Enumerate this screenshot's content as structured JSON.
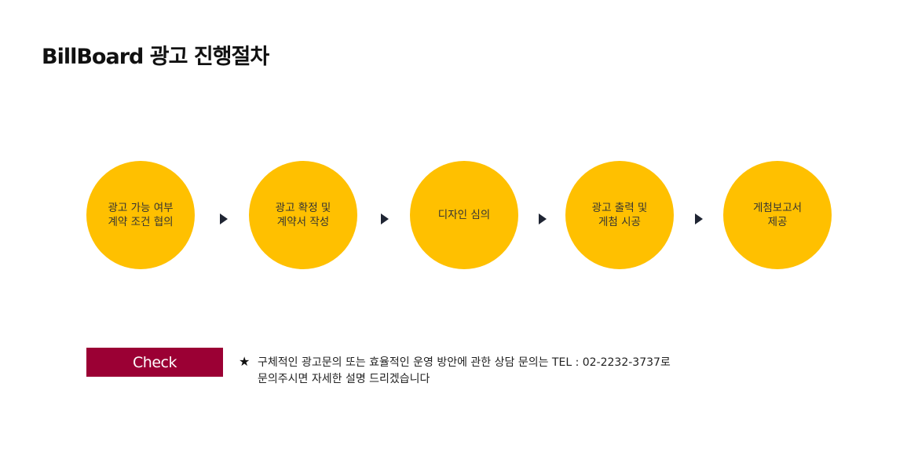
{
  "title": "BillBoard 광고 진행절차",
  "colors": {
    "step_circle": "#FFC000",
    "check_bg": "#9B0034",
    "arrow": "#1F2533"
  },
  "steps": [
    {
      "label": "광고 가능 여부\n계약 조건 협의"
    },
    {
      "label": "광고 확정 및\n계약서 작성"
    },
    {
      "label": "디자인 심의"
    },
    {
      "label": "광고 출력 및\n게첨 시공"
    },
    {
      "label": "게첨보고서\n제공"
    }
  ],
  "check": {
    "label": "Check",
    "icon": "star-icon",
    "line1": "구체적인 광고문의 또는 효율적인 운영 방안에 관한  상담 문의는  TEL : 02-2232-3737로",
    "line2": "문의주시면 자세한 설명 드리겠습니다"
  }
}
